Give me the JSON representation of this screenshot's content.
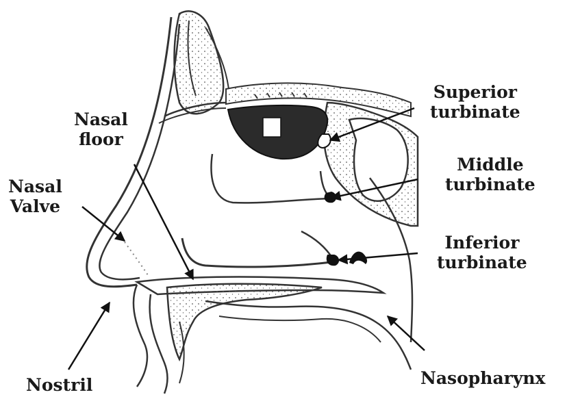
{
  "labels": {
    "superior_line1": "Superior",
    "superior_line2": "turbinate",
    "middle_line1": "Middle",
    "middle_line2": "turbinate",
    "inferior_line1": "Inferior",
    "inferior_line2": "turbinate",
    "nasal_floor_line1": "Nasal",
    "nasal_floor_line2": "floor",
    "nasal_valve_line1": "Nasal",
    "nasal_valve_line2": "Valve",
    "nostril": "Nostril",
    "nasopharynx": "Nasopharynx"
  }
}
